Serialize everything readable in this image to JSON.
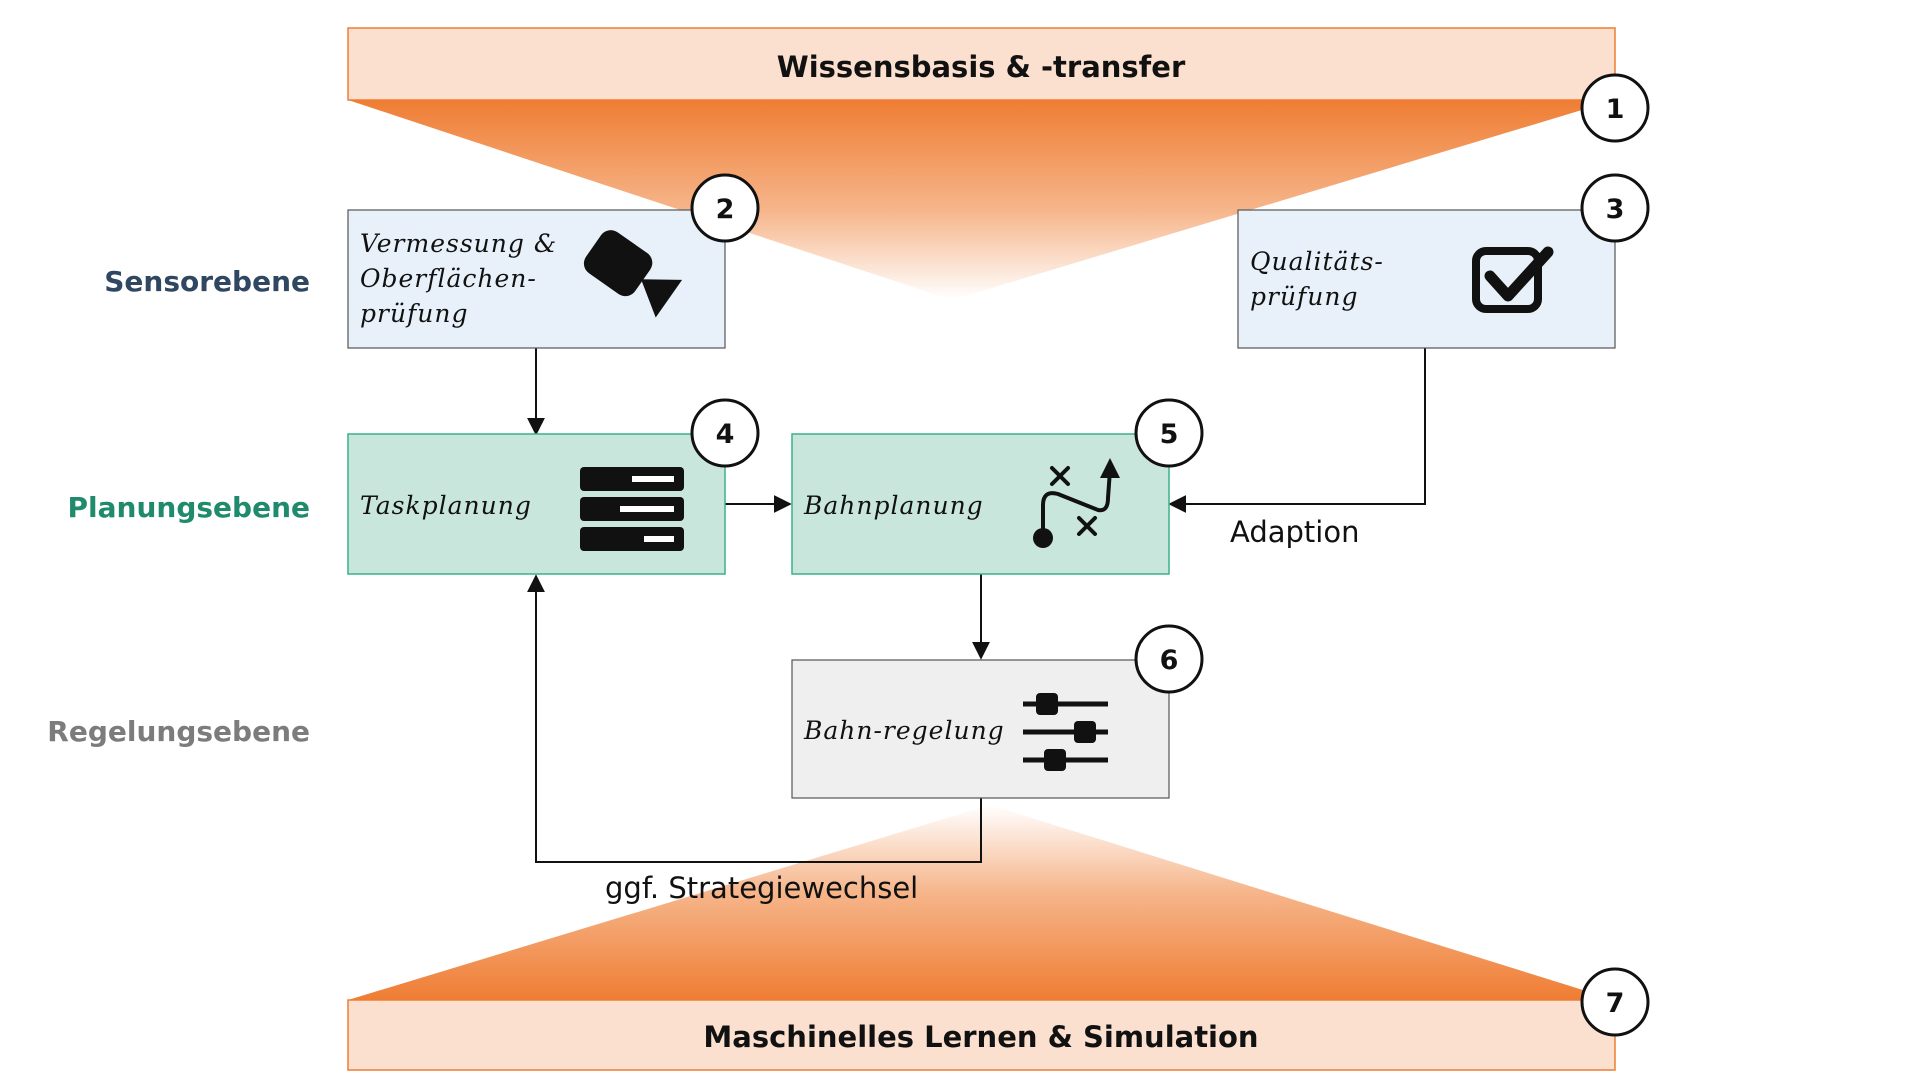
{
  "banners": {
    "top": "Wissensbasis & -transfer",
    "bottom": "Maschinelles Lernen & Simulation"
  },
  "levels": {
    "sensor": "Sensorebene",
    "planning": "Planungsebene",
    "control": "Regelungsebene"
  },
  "boxes": {
    "vermessung": [
      "Vermessung &",
      "Oberflächen-",
      "prüfung"
    ],
    "qualitaet": [
      "Qualitäts-",
      "prüfung"
    ],
    "task": "Taskplanung",
    "bahn": "Bahnplanung",
    "regelung": "Bahn-regelung"
  },
  "edges": {
    "adaption": "Adaption",
    "strategie": "ggf. Strategiewechsel"
  },
  "badges": [
    "1",
    "2",
    "3",
    "4",
    "5",
    "6",
    "7"
  ],
  "icons": {
    "vermessung": "video-camera-icon",
    "qualitaet": "checkbox-check-icon",
    "task": "server-list-icon",
    "bahn": "route-path-icon",
    "regelung": "sliders-icon"
  },
  "colors": {
    "orange": "#ef7d33",
    "banner_fill": "#fbe0d0",
    "sensor_fill": "#e8f1f9",
    "planning_fill": "#c9e6dc",
    "planning_border": "#3bb08c",
    "control_fill": "#efefef",
    "sensor_label": "#2f4761",
    "planning_label": "#1f8a6c",
    "control_label": "#7c7c7c"
  }
}
